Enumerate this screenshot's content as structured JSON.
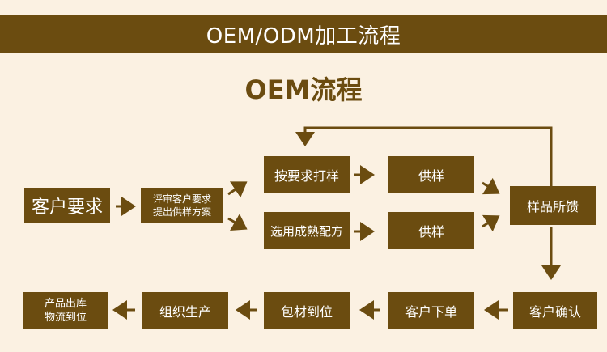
{
  "banner_title": "OEM/ODM加工流程",
  "section_title": "OEM流程",
  "nodes": {
    "customer_request": "客户要求",
    "review_request": "评审客户要求\n提出供样方案",
    "sample_by_request": "按要求打样",
    "sample_supply_1": "供样",
    "choose_formula": "选用成熟配方",
    "sample_supply_2": "供样",
    "sample_feedback": "样品所馈",
    "customer_confirm": "客户确认",
    "customer_order": "客户下单",
    "packaging_arrival": "包材到位",
    "organize_production": "组织生产",
    "product_out": "产品出库\n物流到位"
  },
  "colors": {
    "box": "#6b4c10",
    "background": "#fbf1e2",
    "arrow": "#6b4c10"
  }
}
